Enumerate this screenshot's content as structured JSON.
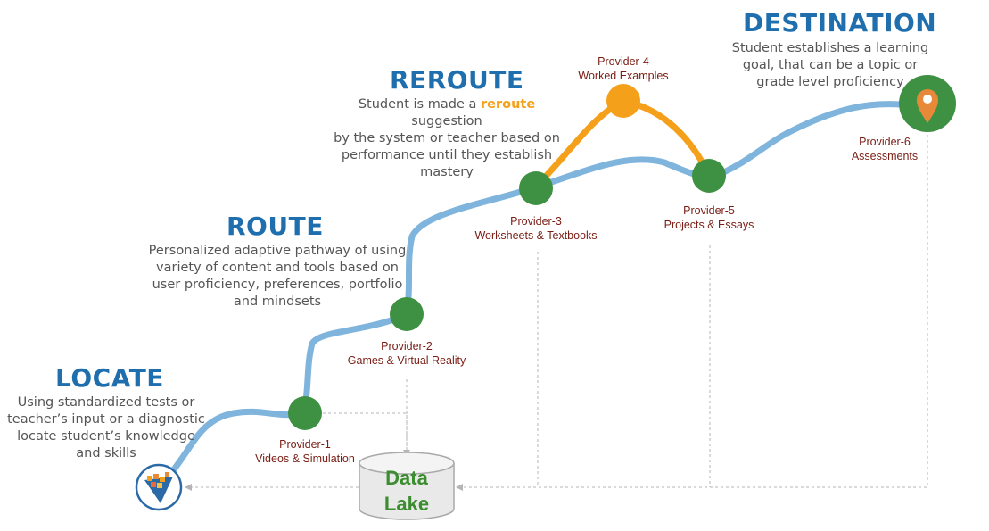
{
  "stages": {
    "locate": {
      "title": "LOCATE",
      "desc_lines": [
        "Using standardized tests or",
        "teacher’s input or a diagnostic",
        "locate student’s knowledge",
        "and skills"
      ]
    },
    "route": {
      "title": "ROUTE",
      "desc_lines": [
        "Personalized adaptive pathway of using",
        "variety of content and tools based on",
        "user proficiency, preferences, portfolio",
        "and mindsets"
      ]
    },
    "reroute": {
      "title": "REROUTE",
      "desc_pre": "Student is made a ",
      "desc_highlight": "reroute",
      "desc_post": " suggestion",
      "desc_lines": [
        "by the system or teacher based on",
        "performance until they establish",
        "mastery"
      ]
    },
    "destination": {
      "title": "DESTINATION",
      "desc_lines": [
        "Student establishes a learning",
        "goal, that can be a topic or",
        "grade level proficiency"
      ]
    }
  },
  "providers": [
    {
      "name": "Provider-1",
      "type": "Videos & Simulation"
    },
    {
      "name": "Provider-2",
      "type": "Games & Virtual Reality"
    },
    {
      "name": "Provider-3",
      "type": "Worksheets & Textbooks"
    },
    {
      "name": "Provider-4",
      "type": "Worked Examples"
    },
    {
      "name": "Provider-5",
      "type": "Projects & Essays"
    },
    {
      "name": "Provider-6",
      "type": "Assessments"
    }
  ],
  "data_lake": {
    "lines": [
      "Data",
      "Lake"
    ]
  },
  "colors": {
    "heading": "#1f6fae",
    "path": "#7fb4dc",
    "reroute_path": "#f5a01a",
    "node": "#3e9142",
    "highlight": "#f5a01a",
    "provider_text": "#7a1d14",
    "data_lake_text": "#3b8d2f",
    "pin": "#e8893a"
  },
  "icons": {
    "start": "locate-logo-icon",
    "destination": "location-pin-icon",
    "data_lake": "database-cylinder-icon"
  }
}
